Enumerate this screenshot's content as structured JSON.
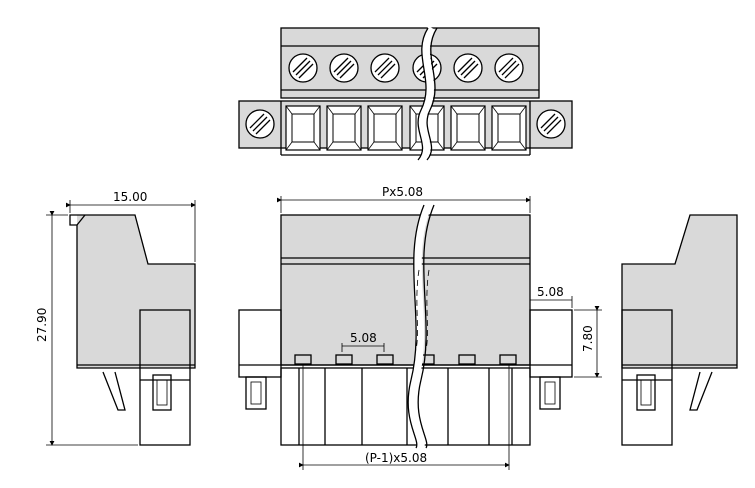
{
  "dimensions": {
    "width_label": "15.00",
    "height_label": "27.90",
    "overall_label": "Px5.08",
    "pitch_top_label": "5.08",
    "pitch_side_label": "5.08",
    "side_height_label": "7.80",
    "span_label": "(P-1)x5.08"
  }
}
